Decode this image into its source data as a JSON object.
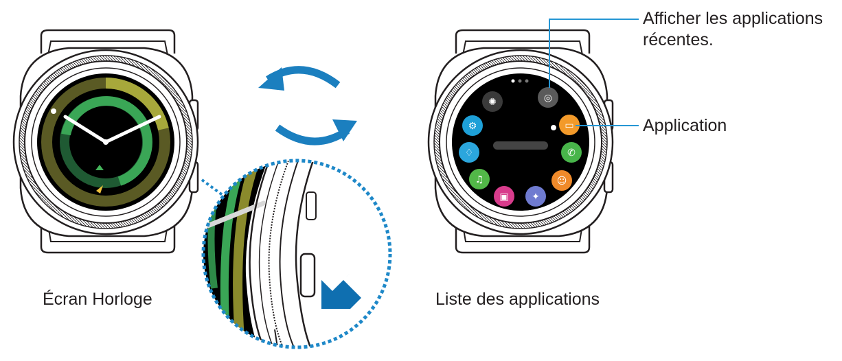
{
  "captions": {
    "clock_screen": "Écran Horloge",
    "app_list": "Liste des applications"
  },
  "callouts": {
    "recent_apps_line1": "Afficher les applications",
    "recent_apps_line2": "récentes.",
    "application": "Application"
  },
  "colors": {
    "arrow_blue": "#1b7fbf",
    "callout_line": "#2596d4",
    "zoom_dots": "#1e88c8",
    "press_arrow": "#0f6fb0",
    "watch_outline": "#231f20",
    "gold_ring": "#7a7a2a",
    "green_ring": "#2e9a4c"
  },
  "app_icons": [
    {
      "name": "gallery-icon",
      "color": "#3a3a3a"
    },
    {
      "name": "recent-apps-icon",
      "color": "#5a5a5a"
    },
    {
      "name": "settings-icon",
      "color": "#1ea0d8"
    },
    {
      "name": "messages-icon",
      "color": "#f39a2a"
    },
    {
      "name": "alarm-icon",
      "color": "#2ba6dd"
    },
    {
      "name": "phone-icon",
      "color": "#48b54a"
    },
    {
      "name": "music-icon",
      "color": "#52b848"
    },
    {
      "name": "contacts-icon",
      "color": "#f08a2a"
    },
    {
      "name": "store-icon",
      "color": "#d83c8c"
    },
    {
      "name": "samsung-health-icon",
      "color": "#6f7bd0"
    }
  ]
}
